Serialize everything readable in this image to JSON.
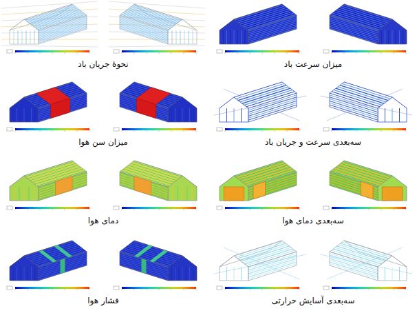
{
  "diagram": {
    "labels": [
      "میزان سرعت باد",
      "نحوهٔ جریان باد",
      "سه‌بعدی سرعت و جریان باد",
      "میزان سن هوا",
      "سه‌بعدی دمای هوا",
      "دمای هوا",
      "سه‌بعدی آسایش حرارتی",
      "فشار هوا"
    ]
  }
}
